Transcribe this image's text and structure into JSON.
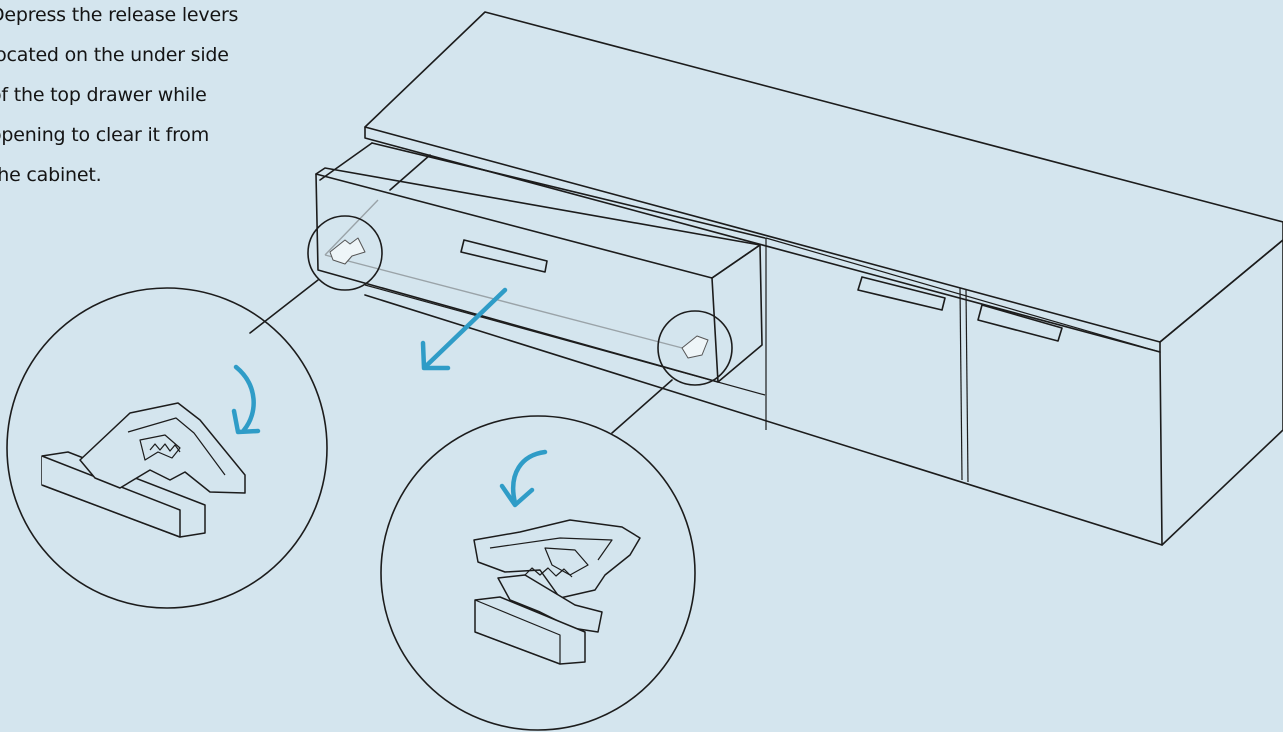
{
  "instruction": {
    "lines": [
      "Depress the release levers",
      "located on the under side",
      "of the top drawer while",
      "opening  to clear it from",
      "the cabinet."
    ]
  },
  "colors": {
    "background": "#d4e5ee",
    "line": "#1c1c1c",
    "accent_arrow": "#2f9cc7",
    "guide_line": "#9aa3a8"
  }
}
